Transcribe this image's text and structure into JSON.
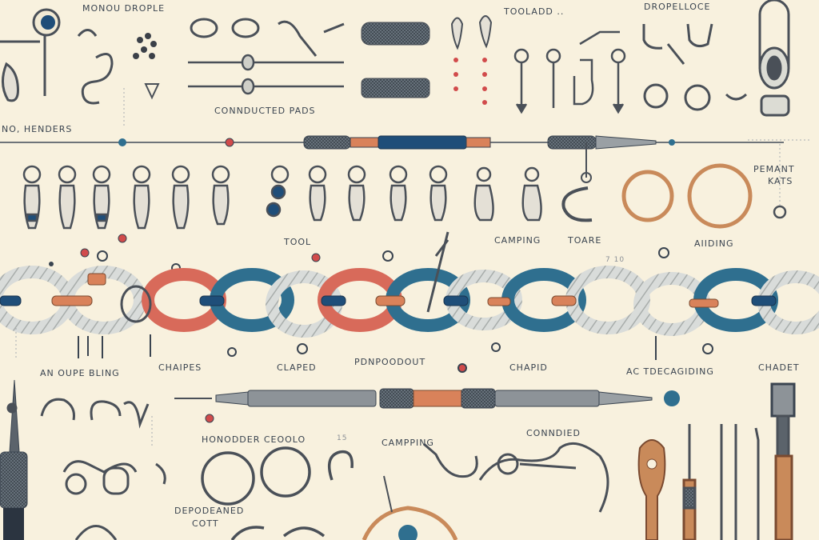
{
  "labels": {
    "top_center": "MONOU DROPLE",
    "top_right_1": "TOOLADD ..",
    "top_right_2": "DROPELLOCE",
    "left_header": "NO, HENDERS",
    "center_top": "CONNDUCTED PADS",
    "right_header_1": "PEMANT",
    "right_header_2": "KATS",
    "tool": "TOOL",
    "camping": "CAMPING",
    "toare": "TOARE",
    "aiding": "AIIDING",
    "mid_num": "7 10",
    "bottom_1": "AN OUPE BLING",
    "bottom_2": "CHAIPES",
    "bottom_3": "CLAPED",
    "bottom_4": "PDNPOODOUT",
    "bottom_5": "CHAPID",
    "bottom_6": "AC TDECAGIDING",
    "bottom_7": "CHADET",
    "lower_1": "HONODDER CEOOLO",
    "lower_num": "15",
    "lower_2": "CAMPPING",
    "lower_3": "CONNDIED",
    "lower_4": "DEPODEANED",
    "lower_5": "COTT"
  },
  "colors": {
    "background": "#f8f1de",
    "navy": "#1f4e79",
    "teal": "#2f6f8f",
    "copper": "#d9825a",
    "red": "#d14b4b",
    "gray": "#6e7479",
    "wood": "#c98a5a"
  }
}
